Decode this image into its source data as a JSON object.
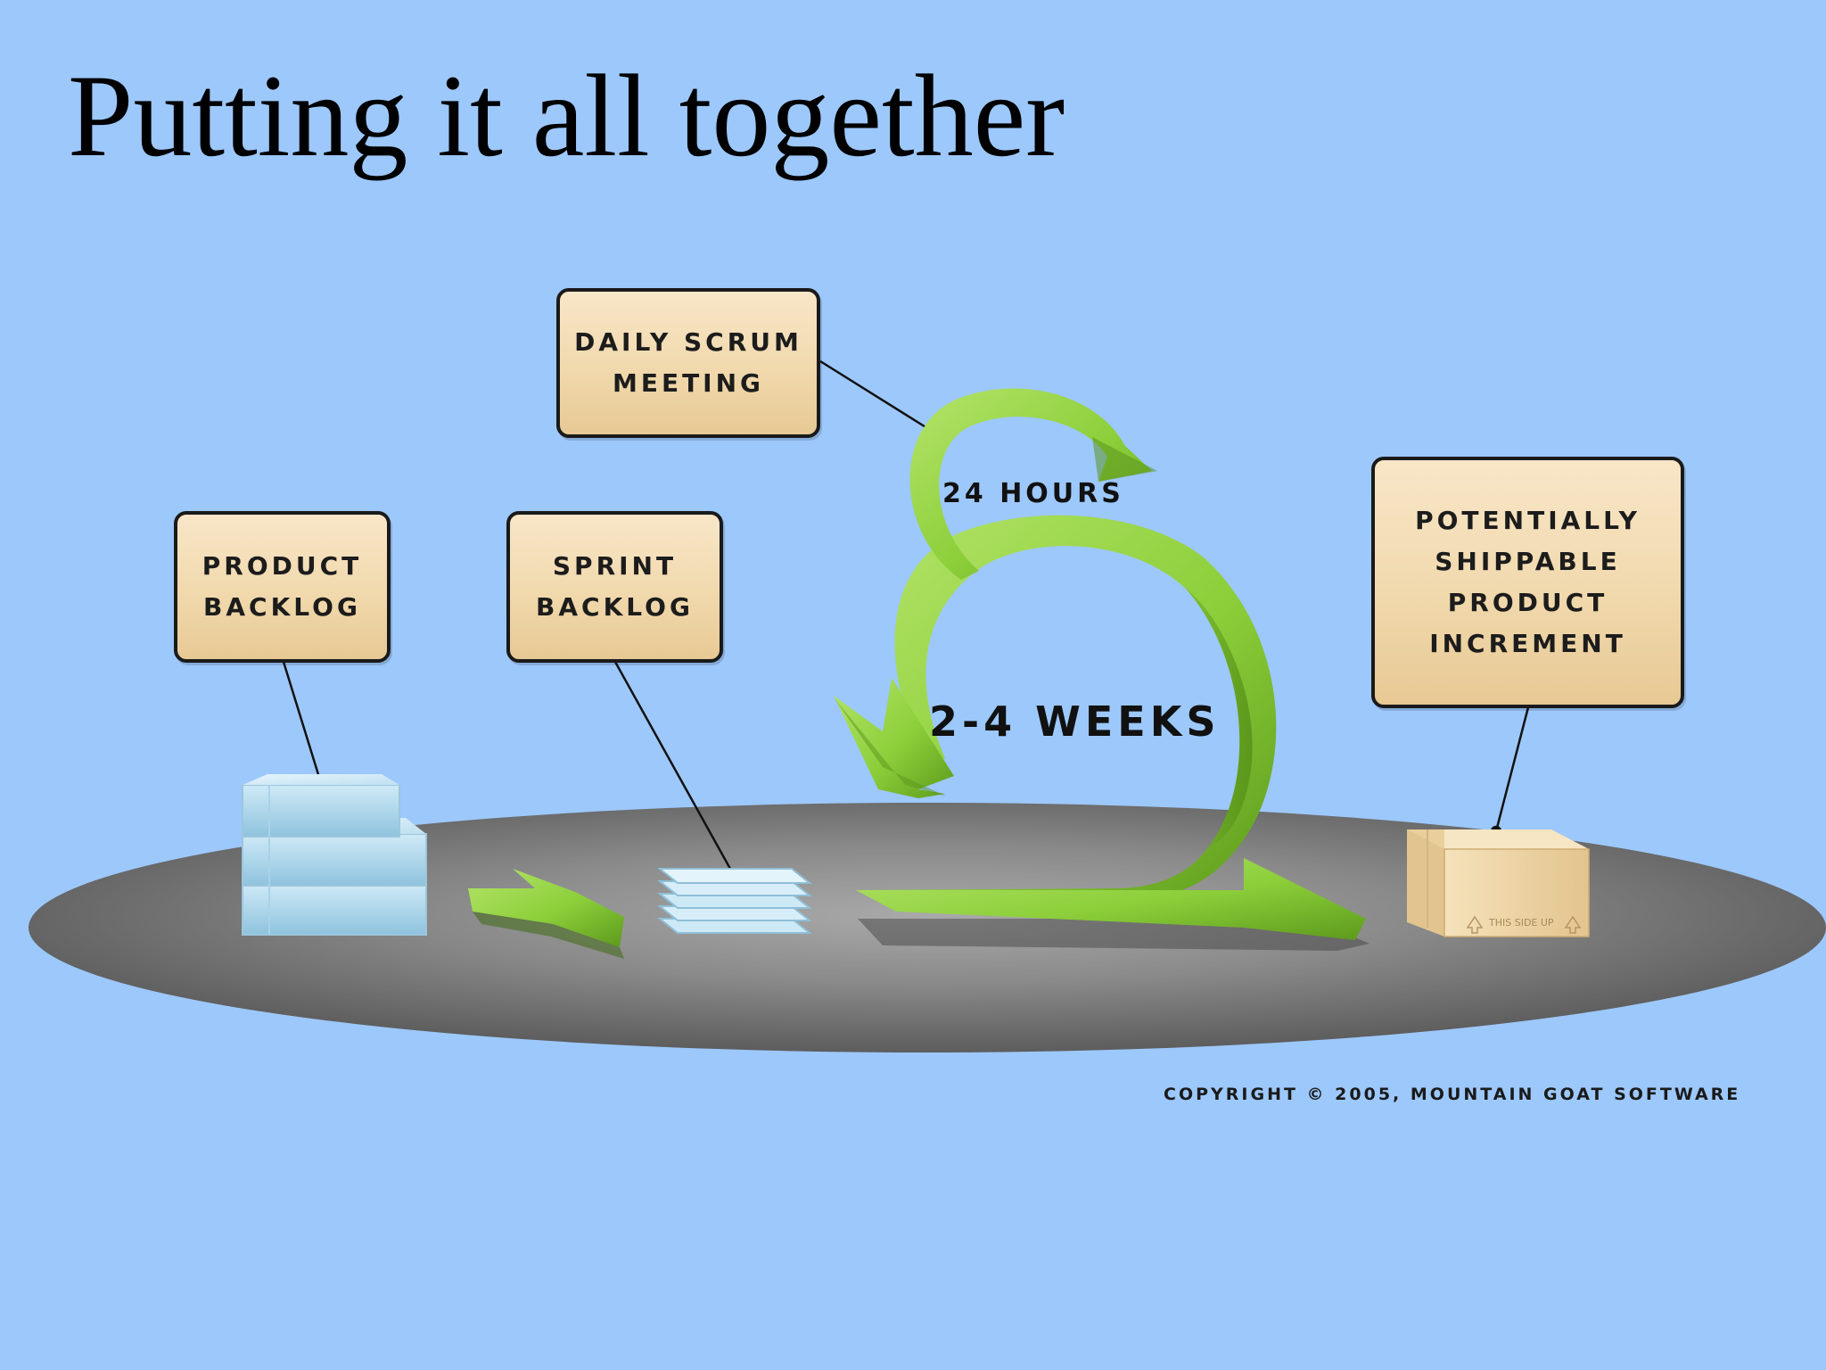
{
  "title": "Putting it all together",
  "callouts": {
    "daily_scrum": [
      "Daily Scrum",
      "Meeting"
    ],
    "product_backlog": [
      "Product",
      "Backlog"
    ],
    "sprint_backlog": [
      "Sprint",
      "Backlog"
    ],
    "shippable_increment": [
      "Potentially",
      "Shippable",
      "Product",
      "Increment"
    ]
  },
  "cycles": {
    "daily": "24 Hours",
    "sprint": "2-4 Weeks"
  },
  "box_label": "THIS SIDE UP",
  "copyright": "Copyright © 2005, Mountain Goat Software",
  "colors": {
    "background": "#9dc8fc",
    "arrow_green": "#8ccf3a",
    "callout_fill": "#f1d9ad",
    "platform_gray": "#7a7a7a",
    "backlog_blue": "#b6dcf0",
    "box_tan": "#f0d8a8"
  }
}
